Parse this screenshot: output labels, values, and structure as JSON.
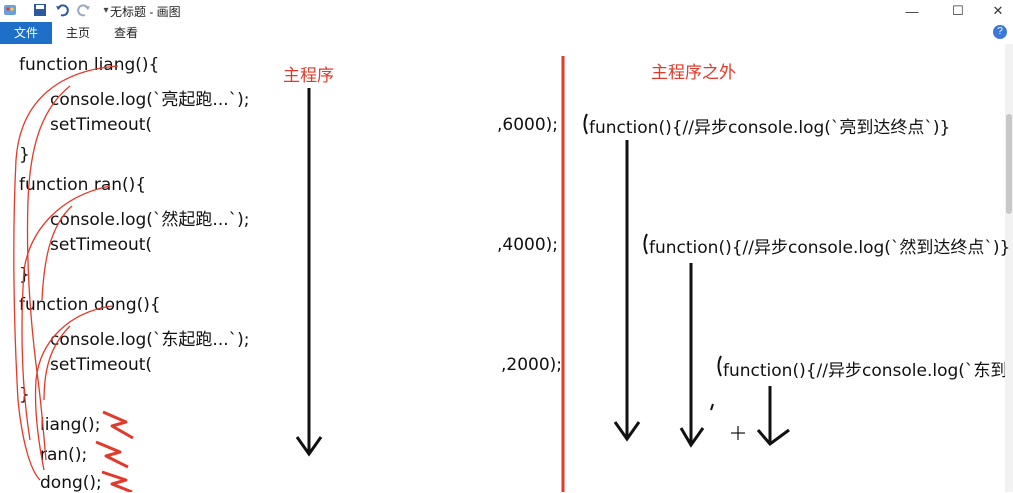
{
  "window": {
    "title": "无标题 - 画图",
    "qat_icons": [
      "paint-app-icon",
      "save-icon",
      "undo-icon",
      "redo-icon",
      "customize-qat-icon"
    ],
    "controls": {
      "minimize": "—",
      "maximize": "☐",
      "close": "✕"
    }
  },
  "ribbon": {
    "tabs": [
      "文件",
      "主页",
      "查看"
    ],
    "collapse_glyph": "⌃",
    "help_glyph": "?"
  },
  "canvas": {
    "left_heading": "主程序",
    "right_heading": "主程序之外",
    "code_lines": [
      "function liang(){",
      "console.log(`亮起跑...`);",
      "setTimeout(",
      "}",
      "function ran(){",
      "console.log(`然起跑...`);",
      "setTimeout(",
      "}",
      "function dong(){",
      "console.log(`东起跑...`);",
      "setTimeout(",
      "}",
      "liang();",
      "ran();",
      "dong();"
    ],
    "delays": [
      ",6000);",
      ",4000);",
      ",2000);"
    ],
    "callbacks": [
      "function(){//异步console.log(`亮到达终点`)}",
      "function(){//异步console.log(`然到达终点`)}",
      "function(){//异步console.log(`东到达终点`)}"
    ],
    "colors": {
      "red": "#e23a2a",
      "ink": "#111111",
      "accent": "#1e6fc7"
    }
  }
}
